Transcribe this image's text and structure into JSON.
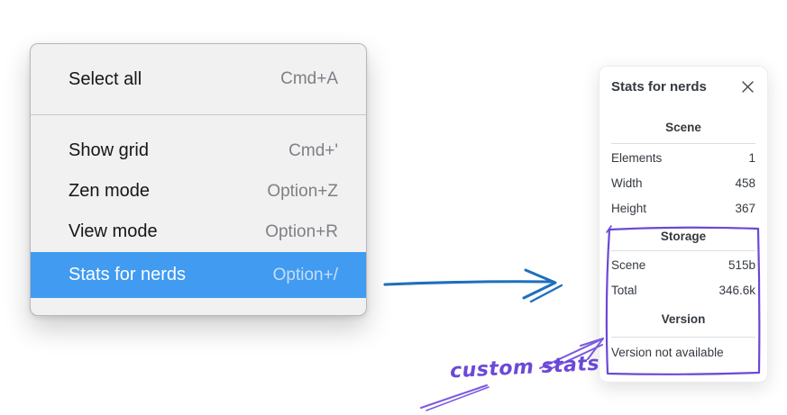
{
  "menu": {
    "items": [
      {
        "label": "Select all",
        "shortcut": "Cmd+A",
        "selected": false
      },
      {
        "label": "Show grid",
        "shortcut": "Cmd+'",
        "selected": false
      },
      {
        "label": "Zen mode",
        "shortcut": "Option+Z",
        "selected": false
      },
      {
        "label": "View mode",
        "shortcut": "Option+R",
        "selected": false
      },
      {
        "label": "Stats for nerds",
        "shortcut": "Option+/",
        "selected": true
      }
    ],
    "selection_color": "#419bf0"
  },
  "panel": {
    "title": "Stats for nerds",
    "close_icon": "x-close",
    "sections": [
      {
        "heading": "Scene",
        "rows": [
          [
            "Elements",
            "1"
          ],
          [
            "Width",
            "458"
          ],
          [
            "Height",
            "367"
          ]
        ]
      },
      {
        "heading": "Storage",
        "rows": [
          [
            "Scene",
            "515b"
          ],
          [
            "Total",
            "346.6k"
          ]
        ]
      },
      {
        "heading": "Version",
        "note": "Version not available"
      }
    ]
  },
  "annotations": {
    "custom_stats_label": "custom stats",
    "flow_arrow_color": "#1e6fbd",
    "highlight_color": "#6b48d6"
  }
}
